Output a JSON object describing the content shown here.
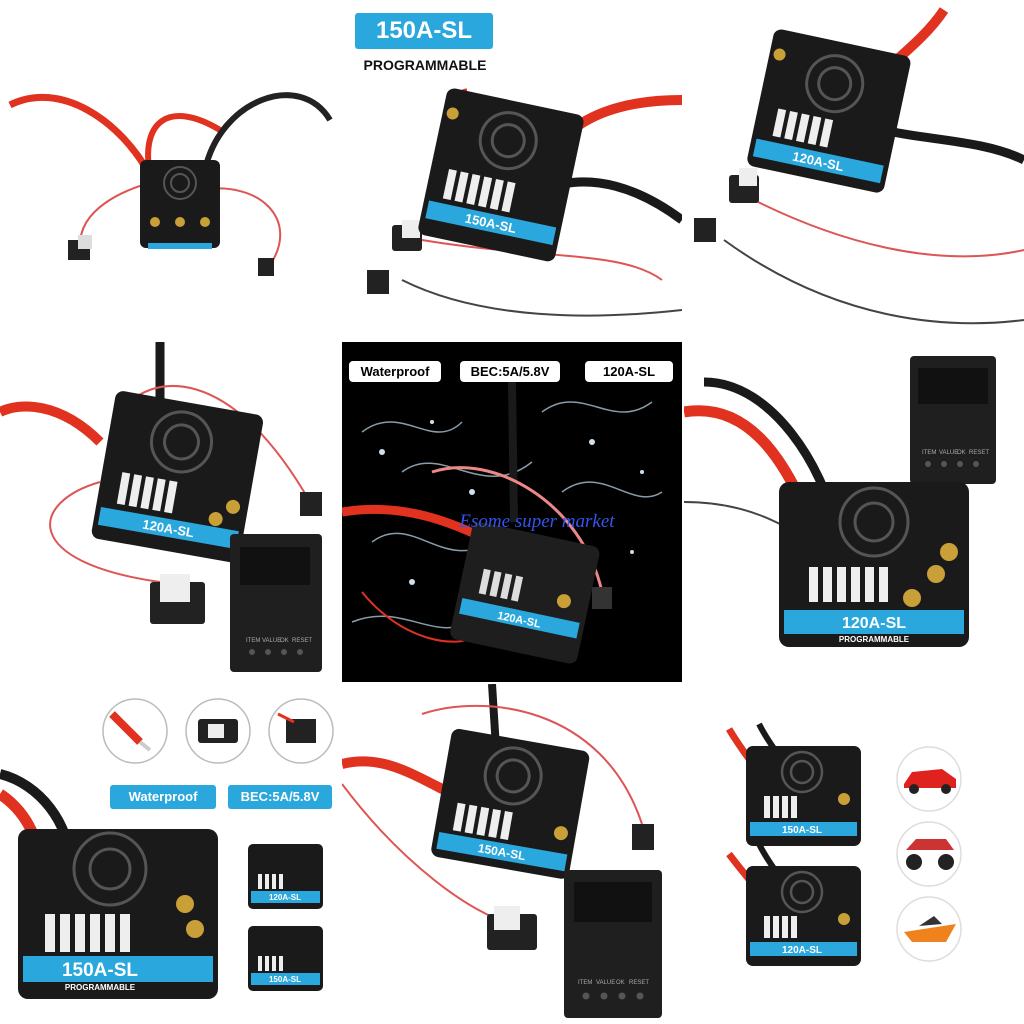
{
  "colors": {
    "badge_blue": "#2aa7dc",
    "esc_body": "#1a1a1a",
    "wire_red": "#e0321e",
    "brass": "#c9a038"
  },
  "tile2": {
    "badge": "150A-SL",
    "caption": "PROGRAMMABLE"
  },
  "tile3": {
    "esc_label": "120A-SL"
  },
  "tile4": {
    "esc_label": "120A-SL",
    "card_buttons": [
      "ITEM",
      "VALUE",
      "OK",
      "RESET"
    ]
  },
  "tile5": {
    "badges": [
      "Waterproof",
      "BEC:5A/5.8V",
      "120A-SL"
    ],
    "esc_label": "120A-SL",
    "watermark": "Esome super market"
  },
  "tile6": {
    "esc_label": "120A-SL",
    "esc_sub": "PROGRAMMABLE",
    "card_buttons": [
      "ITEM",
      "VALUE",
      "OK",
      "RESET"
    ]
  },
  "tile7": {
    "badges": [
      "Waterproof",
      "BEC:5A/5.8V"
    ],
    "esc_label": "150A-SL",
    "esc_sub": "PROGRAMMABLE",
    "small_labels": [
      "120A-SL",
      "150A-SL"
    ]
  },
  "tile8": {
    "esc_label": "150A-SL",
    "card_buttons": [
      "ITEM",
      "VALUE",
      "OK",
      "RESET"
    ]
  },
  "tile9": {
    "esc_labels": [
      "150A-SL",
      "120A-SL"
    ],
    "vehicle_icons": [
      "race-car-icon",
      "monster-truck-icon",
      "speed-boat-icon"
    ]
  }
}
